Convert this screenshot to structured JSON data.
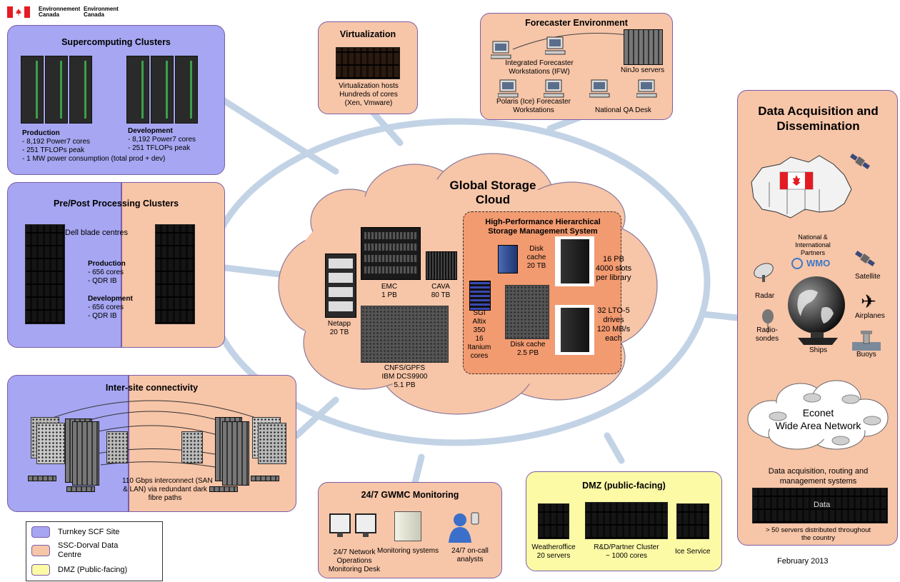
{
  "header": {
    "flag_colors": {
      "red": "#e41b23",
      "white": "#ffffff"
    },
    "org_en": "Environnement",
    "org_en_2": "Canada",
    "org_fr": "Environment",
    "org_fr_2": "Canada"
  },
  "supercomputing": {
    "title": "Supercomputing Clusters",
    "production_heading": "Production",
    "production_lines": [
      "- 8,192 Power7 cores",
      "- 251 TFLOPs peak",
      "- 1 MW power consumption (total prod + dev)"
    ],
    "development_heading": "Development",
    "development_lines": [
      "- 8,192 Power7 cores",
      "- 251 TFLOPs peak"
    ]
  },
  "prepost": {
    "title": "Pre/Post Processing Clusters",
    "dell_label": "Dell blade centres",
    "production_heading": "Production",
    "production_lines": [
      "- 656 cores",
      "- QDR IB"
    ],
    "development_heading": "Development",
    "development_lines": [
      "- 656 cores",
      "- QDR IB"
    ]
  },
  "intersite": {
    "title": "Inter-site connectivity",
    "caption_lines": [
      "110 Gbps interconnect (SAN",
      "& LAN) via redundant dark",
      "fibre paths"
    ]
  },
  "virtualization": {
    "title": "Virtualization",
    "lines": [
      "Virtualization hosts",
      "Hundreds of cores",
      "(Xen, Vmware)"
    ]
  },
  "forecaster": {
    "title": "Forecaster Environment",
    "ifw_lines": [
      "Integrated Forecaster",
      "Workstations (IFW)"
    ],
    "ninjo": "NinJo servers",
    "polaris_lines": [
      "Polaris (Ice) Forecaster",
      "Workstations"
    ],
    "qa": "National QA Desk"
  },
  "cloud": {
    "title_lines": [
      "Global Storage",
      "Cloud"
    ],
    "netapp_lines": [
      "Netapp",
      "20 TB"
    ],
    "emc_lines": [
      "EMC",
      "1 PB"
    ],
    "cava_lines": [
      "CAVA",
      "80 TB"
    ],
    "cnfs_lines": [
      "CNFS/GPFS",
      "IBM DCS9900",
      "5.1 PB"
    ],
    "hsm_title_lines": [
      "High-Performance Hierarchical",
      "Storage Management System"
    ],
    "disk_cache_small_lines": [
      "Disk",
      "cache",
      "20 TB"
    ],
    "library_lines": [
      "16 PB",
      "4000 slots",
      "per library"
    ],
    "sgi_lines": [
      "SGI",
      "Altix",
      "350",
      "16",
      "Itanium",
      "cores"
    ],
    "disk_cache_big_lines": [
      "Disk cache",
      "2.5 PB"
    ],
    "drives_lines": [
      "32 LTO-5",
      "drives",
      "120 MB/s",
      "each"
    ]
  },
  "data_acq": {
    "title_lines": [
      "Data Acquisition and",
      "Dissemination"
    ],
    "partners_lines": [
      "National &",
      "International",
      "Partners"
    ],
    "wmo": "WMO",
    "satellite": "Satellite",
    "radar": "Radar",
    "airplanes": "Airplanes",
    "radiosondes_lines": [
      "Radio-",
      "sondes"
    ],
    "ships": "Ships",
    "buoys": "Buoys",
    "econet_lines": [
      "Econet",
      "Wide Area Network"
    ],
    "systems_lines": [
      "Data acquisition, routing and",
      "management systems"
    ],
    "data_label": "Data",
    "servers_lines": [
      "> 50 servers distributed throughout",
      "the country"
    ]
  },
  "monitoring": {
    "title": "24/7 GWMC Monitoring",
    "desk_lines": [
      "24/7 Network",
      "Operations",
      "Monitoring Desk"
    ],
    "systems": "Monitoring systems",
    "analysts_lines": [
      "24/7 on-call",
      "analysts"
    ]
  },
  "dmz": {
    "title": "DMZ (public-facing)",
    "weatheroffice_lines": [
      "Weatheroffice",
      "20 servers"
    ],
    "rd_lines": [
      "R&D/Partner Cluster",
      "~ 1000 cores"
    ],
    "ice": "Ice Service"
  },
  "legend": {
    "items": [
      {
        "label": "Turnkey SCF Site",
        "color": "#a6a6f2"
      },
      {
        "label": "SSC-Dorval Data",
        "label2": "Centre",
        "color": "#f7c5a8"
      },
      {
        "label": "DMZ (Public-facing)",
        "color": "#fdfaa6"
      }
    ]
  },
  "date": "February 2013",
  "colors": {
    "ring": "#c3d3e6",
    "box_border": "#7b5ea7",
    "blue": "#a6a6f2",
    "peach": "#f7c5a8",
    "yellow": "#fdfaa6"
  }
}
